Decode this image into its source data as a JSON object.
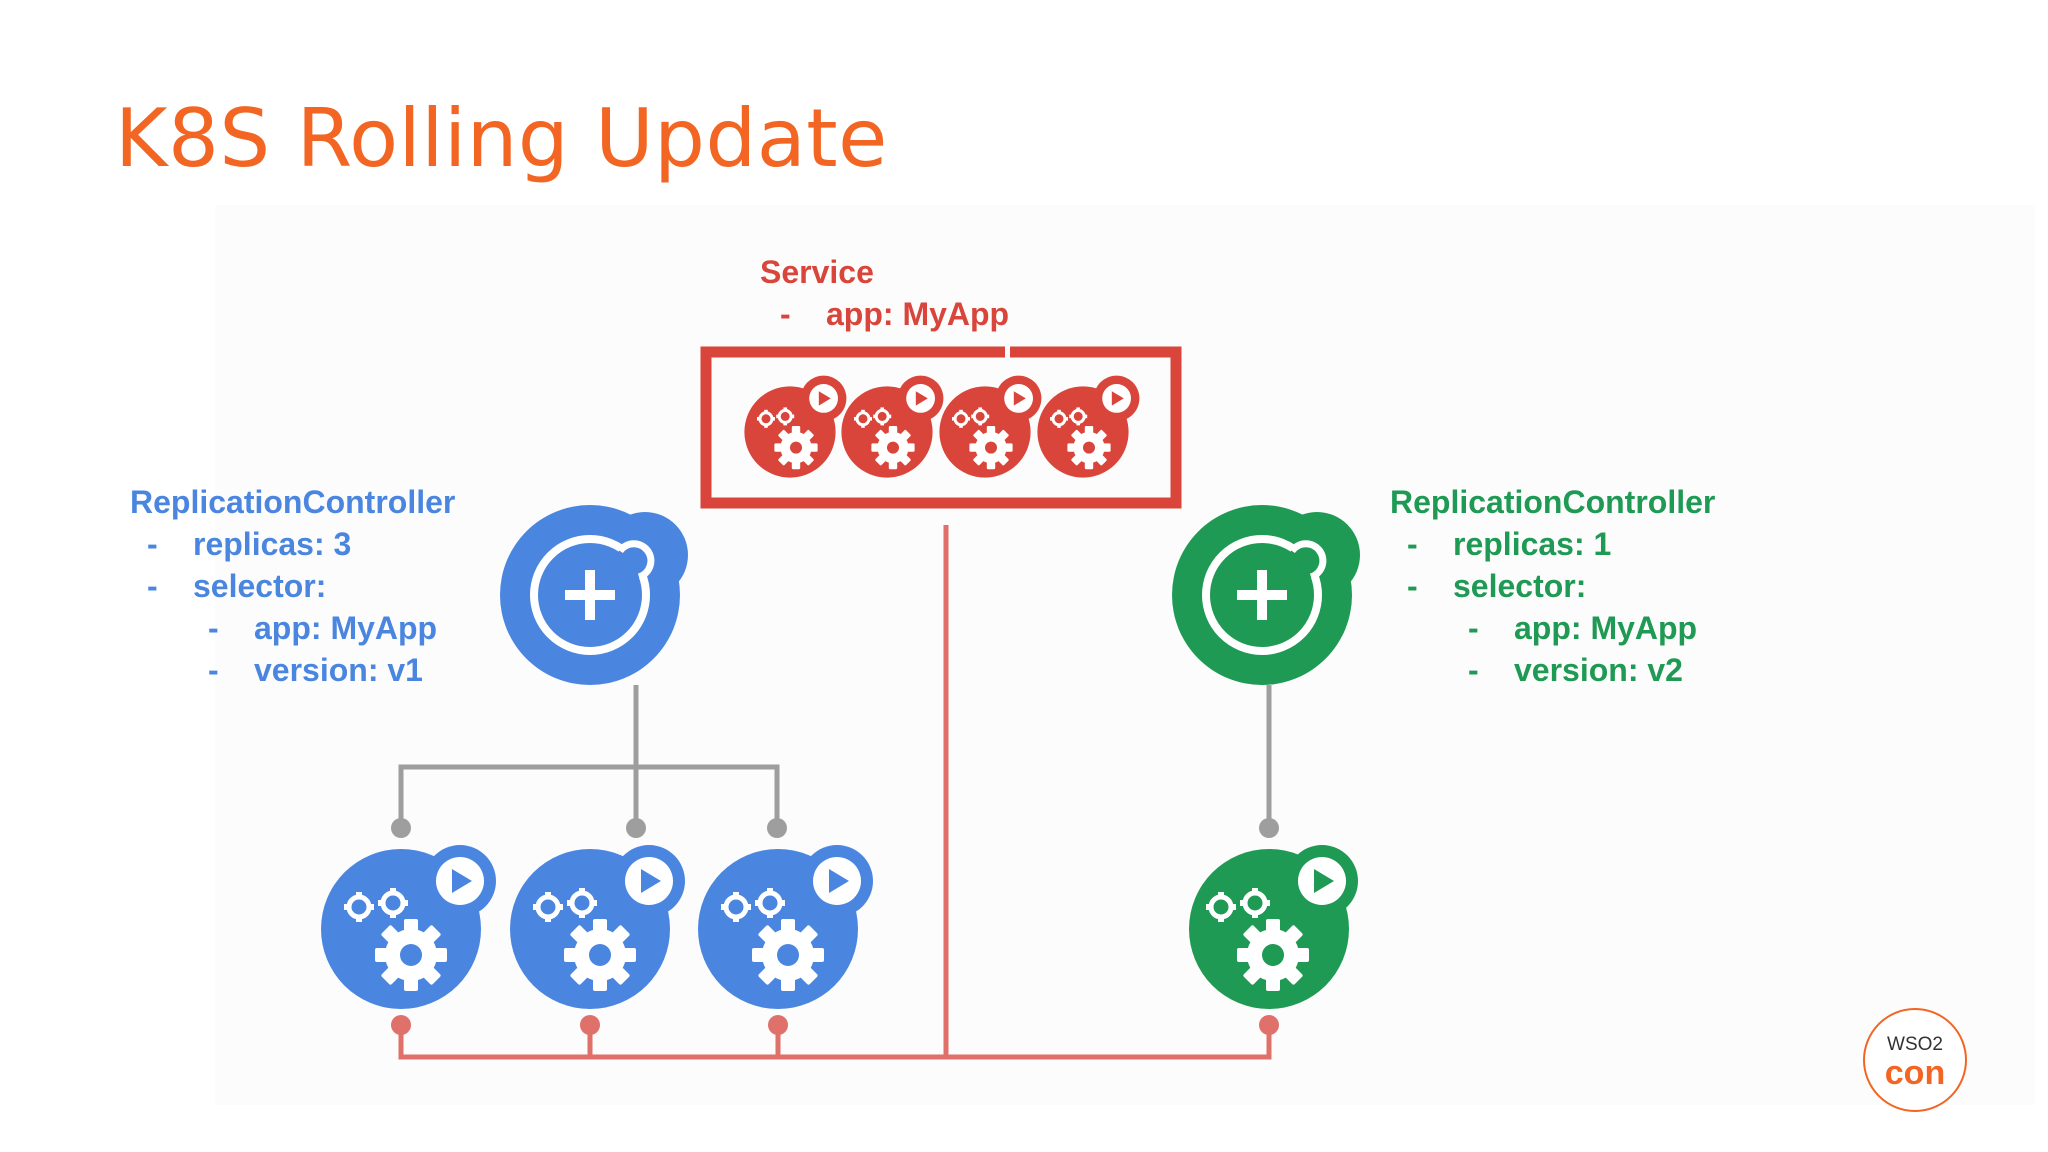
{
  "slide": {
    "title": "K8S Rolling Update"
  },
  "service": {
    "heading": "Service",
    "selector_line": "app: MyApp",
    "dash": "-"
  },
  "rc_v1": {
    "heading": "ReplicationController",
    "replicas": "replicas: 3",
    "selector": "selector:",
    "app": "app: MyApp",
    "version": "version: v1",
    "dash": "-"
  },
  "rc_v2": {
    "heading": "ReplicationController",
    "replicas": "replicas: 1",
    "selector": "selector:",
    "app": "app: MyApp",
    "version": "version: v2",
    "dash": "-"
  },
  "logo": {
    "line1": "WSO2",
    "line2": "con"
  },
  "colors": {
    "title": "#f26522",
    "service": "#d9453a",
    "v1": "#4a86e0",
    "v2": "#1f9a54",
    "connector_gray": "#9e9e9e",
    "connector_red": "#e0706a"
  },
  "icons": {
    "controller": "replication-controller-icon",
    "pod": "pod-gears-play-icon"
  }
}
